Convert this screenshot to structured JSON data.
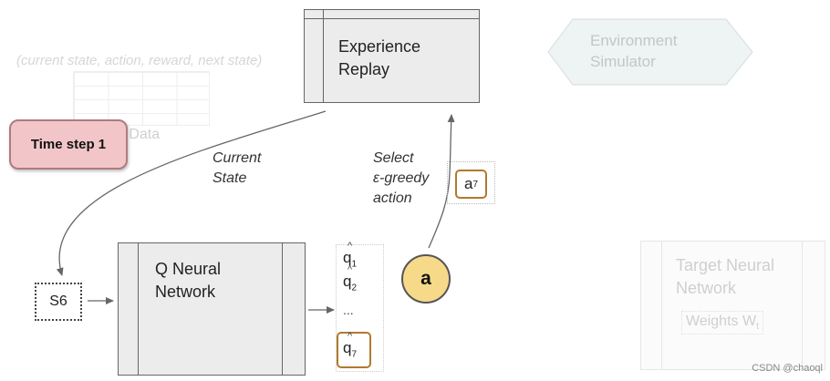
{
  "background_tuple": "(current state, action, reward, next state)",
  "background_data": "g Data",
  "replay": {
    "line1": "Experience",
    "line2": "Replay"
  },
  "time_step": "Time step 1",
  "current_state_label": {
    "line1": "Current",
    "line2": "State"
  },
  "select_label": {
    "line1": "Select",
    "line2": "ε-greedy",
    "line3": "action"
  },
  "action": {
    "base": "a",
    "sub": "7"
  },
  "environment": {
    "line1": "Environment",
    "line2": "Simulator"
  },
  "state": "S6",
  "q_network": {
    "line1": "Q Neural",
    "line2": "Network"
  },
  "q_values": {
    "q1": {
      "base": "q",
      "hat": "^",
      "sub": "1"
    },
    "q2": {
      "base": "q",
      "hat": "^",
      "sub": "2"
    },
    "ellipsis": "...",
    "q7": {
      "base": "q",
      "hat": "^",
      "sub": "7"
    }
  },
  "action_circle": "a",
  "target_network": {
    "line1": "Target Neural",
    "line2": "Network",
    "weights": {
      "base": "Weights W",
      "sub": "t"
    }
  },
  "watermark": "CSDN @chaoql",
  "colors": {
    "time_step_fill": "#f2c6c8",
    "highlight_border": "#b07a2e",
    "action_circle_fill": "#f7d98a",
    "box_fill": "#ececec"
  }
}
